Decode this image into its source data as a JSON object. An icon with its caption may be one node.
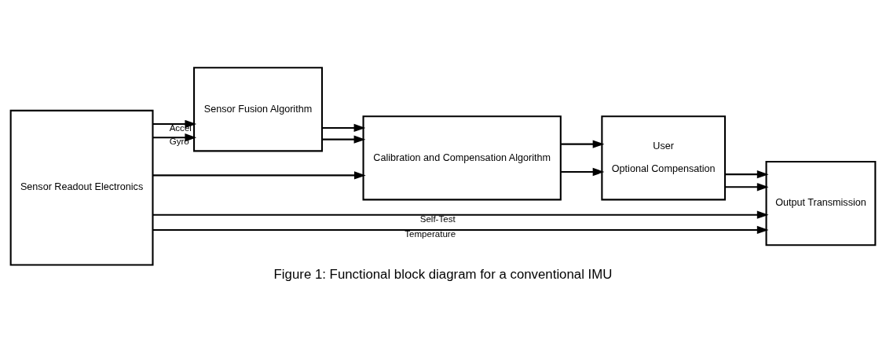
{
  "diagram": {
    "caption": "Figure 1: Functional block diagram for a conventional IMU",
    "nodes": [
      {
        "text": [
          "Sensor Readout Electronics"
        ]
      },
      {
        "text": [
          "Sensor Fusion Algorithm"
        ]
      },
      {
        "text": [
          "Calibration and Compensation Algorithm"
        ]
      },
      {
        "text": [
          "User",
          "Optional Compensation"
        ]
      },
      {
        "text": [
          "Output Transmission"
        ]
      }
    ],
    "edges": [
      {
        "from": 0,
        "to": 1,
        "arrow": "to",
        "label": "Gyro"
      },
      {
        "from": 0,
        "to": 1,
        "arrow": "to",
        "label": "Accel"
      },
      {
        "from": 1,
        "to": 2,
        "arrow": "to"
      },
      {
        "from": 1,
        "to": 2,
        "arrow": "to"
      },
      {
        "from": 2,
        "to": 3,
        "arrow": "to"
      },
      {
        "from": 2,
        "to": 3,
        "arrow": "to"
      },
      {
        "from": 3,
        "to": 4,
        "arrow": "to"
      },
      {
        "from": 3,
        "to": 4,
        "arrow": "to"
      },
      {
        "from": 0,
        "to": 2,
        "arrow": "to"
      },
      {
        "from": 0,
        "to": 4,
        "arrow": "to",
        "label": "Temperature"
      },
      {
        "from": 0,
        "to": 4,
        "arrow": "to",
        "label": "Self-Test"
      }
    ]
  }
}
